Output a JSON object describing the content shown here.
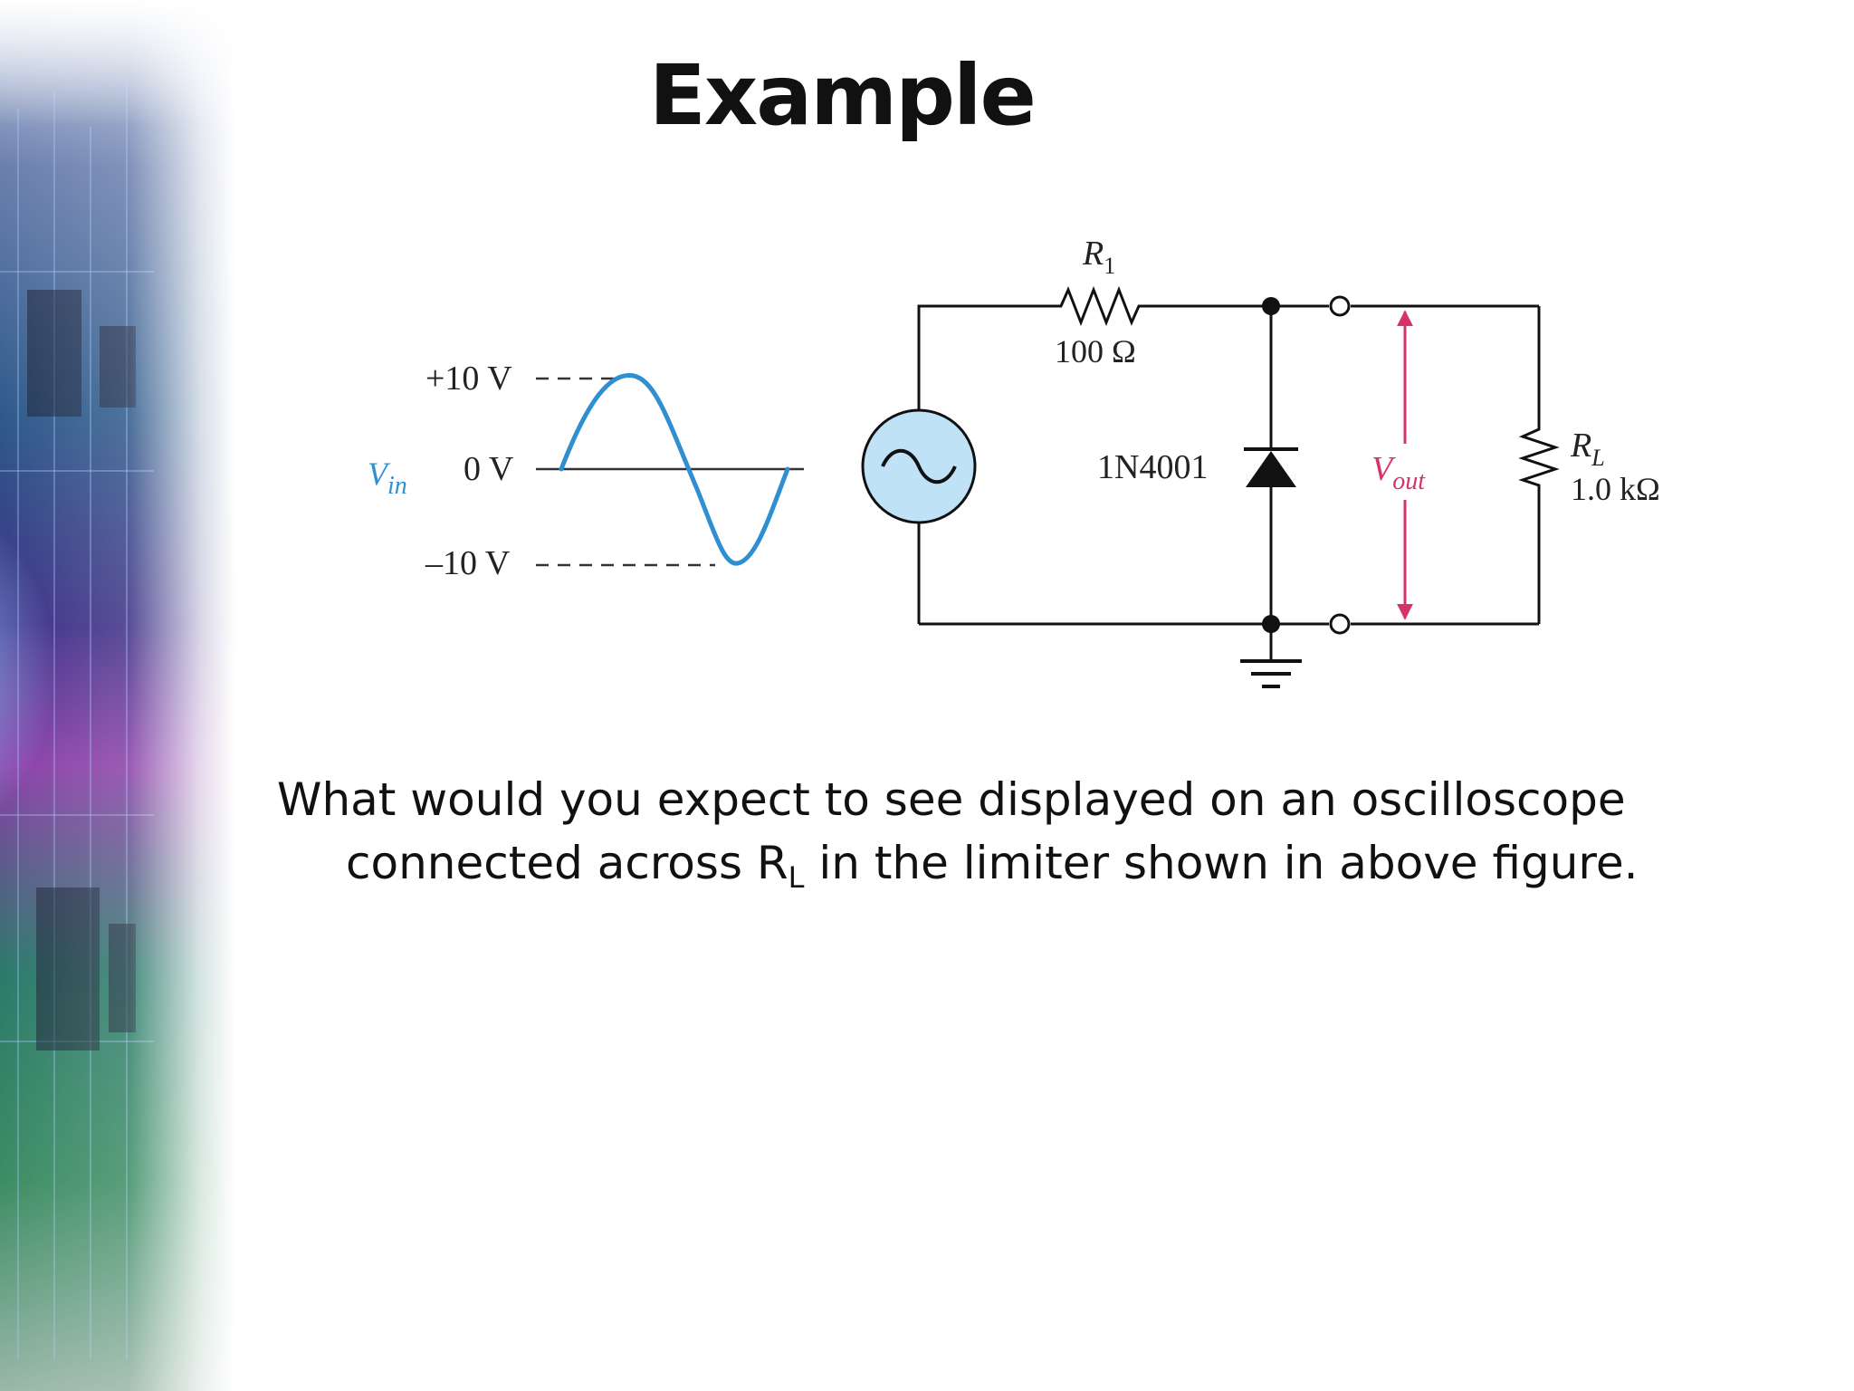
{
  "slide": {
    "title": "Example",
    "question": {
      "line1": "What would you expect to see displayed on an oscilloscope",
      "line2_before": "connected across R",
      "line2_sub": "L",
      "line2_after": " in the limiter shown in above figure."
    }
  },
  "figure": {
    "input_waveform": {
      "signal_label": "V",
      "signal_sub": "in",
      "positive_peak_label": "+10 V",
      "zero_label": "0 V",
      "negative_peak_label": "–10 V",
      "color": "#2f8fd0"
    },
    "source": {
      "icon": "ac-source-icon",
      "fill": "#bfe2f7",
      "stroke": "#111111"
    },
    "resistor_r1": {
      "name": "R",
      "name_sub": "1",
      "value": "100 Ω"
    },
    "diode": {
      "part": "1N4001"
    },
    "output": {
      "label": "V",
      "label_sub": "out",
      "color": "#d6336c"
    },
    "load_resistor": {
      "name": "R",
      "name_sub": "L",
      "value": "1.0 kΩ"
    }
  }
}
